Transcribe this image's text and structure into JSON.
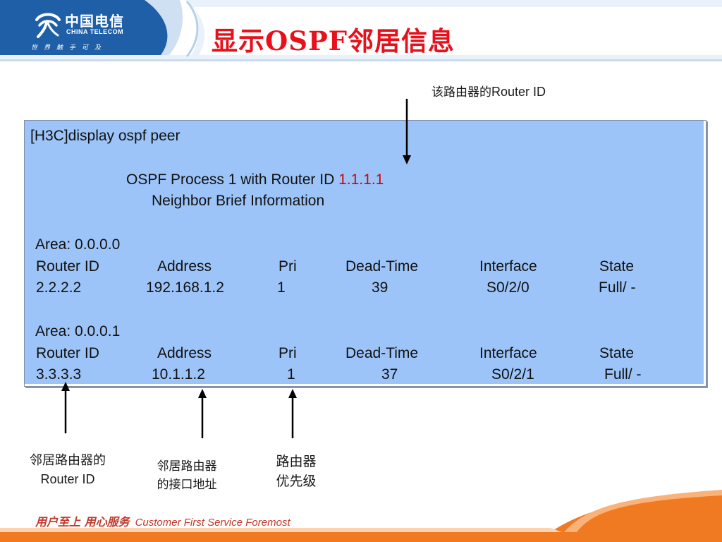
{
  "header": {
    "logo_cn": "中国电信",
    "logo_en": "CHINA TELECOM",
    "logo_slogan": "世界触手可及",
    "colors": {
      "band": "#1f5fa8",
      "accent": "#e8101a"
    }
  },
  "title": "显示OSPF邻居信息",
  "annotations": {
    "router_id_cn": "该路由器的",
    "router_id_en": "Router ID",
    "neighbor_router_id_cn": "邻居路由器的",
    "neighbor_router_id_en": "Router ID",
    "neighbor_interface_line1": "邻居路由器",
    "neighbor_interface_line2": "的接口地址",
    "priority_line1": "路由器",
    "priority_line2": "优先级"
  },
  "terminal": {
    "command": "[H3C]display ospf peer",
    "process_prefix": "OSPF Process 1 with Router ID ",
    "router_id": "1.1.1.1",
    "brief": "Neighbor Brief Information",
    "columns": [
      "Router ID",
      "Address",
      "Pri",
      "Dead-Time",
      "Interface",
      "State"
    ],
    "areas": [
      {
        "label": "Area: 0.0.0.0",
        "row": [
          "2.2.2.2",
          "192.168.1.2",
          "1",
          "39",
          "S0/2/0",
          "Full/ -"
        ]
      },
      {
        "label": "Area: 0.0.0.1",
        "row": [
          "3.3.3.3",
          "10.1.1.2",
          "1",
          "37",
          "S0/2/1",
          "Full/ -"
        ]
      }
    ],
    "colors": {
      "background": "#9cc4f8",
      "router_id": "#d40000"
    }
  },
  "footer": {
    "slogan_cn": "用户至上 用心服务",
    "slogan_en": "Customer First Service Foremost",
    "colors": {
      "band": "#f07a22"
    }
  }
}
